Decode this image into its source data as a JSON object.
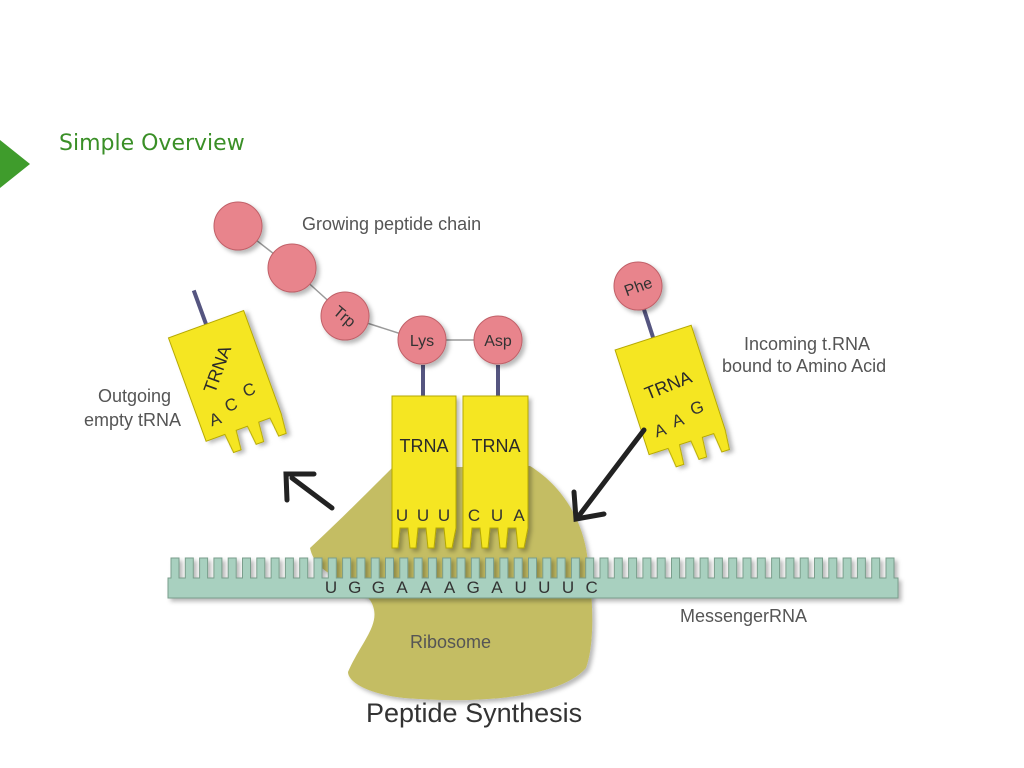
{
  "slide": {
    "title": "Simple Overview",
    "accent_color": "#3f9c2c"
  },
  "diagram": {
    "caption": "Peptide Synthesis",
    "labels": {
      "growing_chain": "Growing peptide chain",
      "outgoing_line1": "Outgoing",
      "outgoing_line2": "empty tRNA",
      "incoming_line1": "Incoming  t.RNA",
      "incoming_line2": "bound to Amino Acid",
      "messenger_rna": "MessengerRNA",
      "ribosome": "Ribosome"
    },
    "amino_acids": {
      "trp": "Trp",
      "lys": "Lys",
      "asp": "Asp",
      "phe": "Phe"
    },
    "trna": {
      "label": "TRNA",
      "outgoing_anticodon": [
        "A",
        "C",
        "C"
      ],
      "left_site_anticodon": [
        "U",
        "U",
        "U"
      ],
      "right_site_anticodon": [
        "C",
        "U",
        "A"
      ],
      "incoming_anticodon": [
        "A",
        "A",
        "G"
      ]
    },
    "mrna_sequence": [
      "U",
      "G",
      "G",
      "A",
      "A",
      "A",
      "G",
      "A",
      "U",
      "U",
      "U",
      "C"
    ],
    "colors": {
      "trna": "#f5e622",
      "amino_acid": "#e8848c",
      "ribosome": "#c4bd63",
      "mrna": "#a8d0bf",
      "arrow": "#222222"
    }
  }
}
